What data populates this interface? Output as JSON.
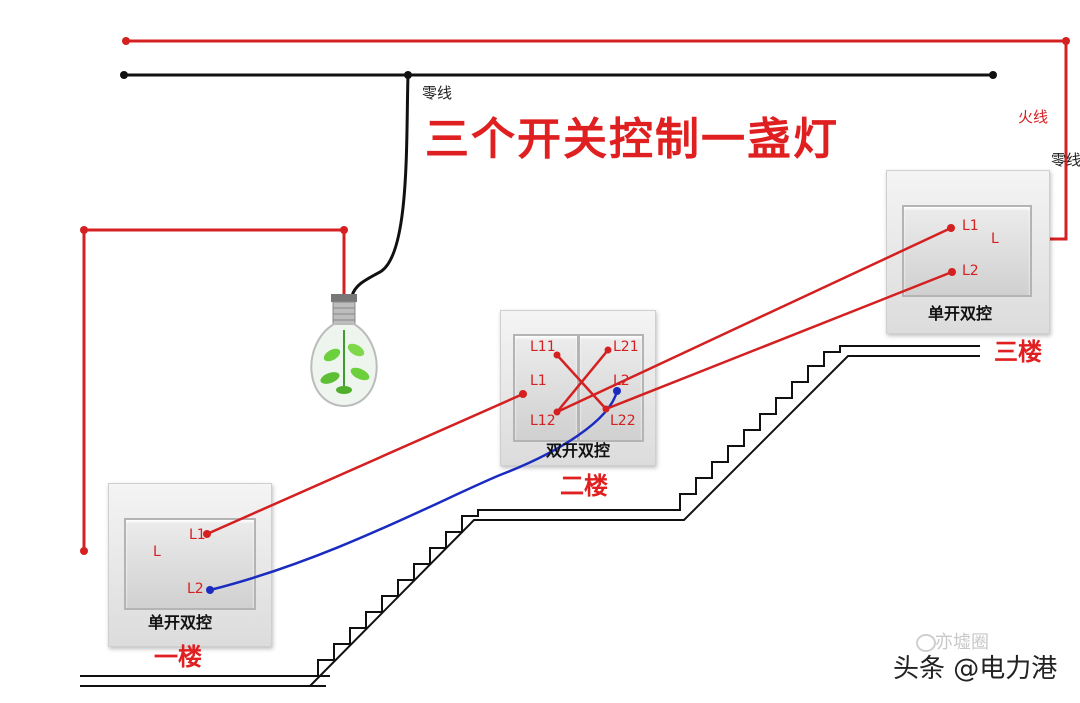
{
  "title": "三个开关控制一盏灯",
  "wire_labels": {
    "neutral_top": "零线",
    "live": "火线",
    "neutral_right": "零线"
  },
  "switches": {
    "floor1": {
      "floor": "一楼",
      "type": "单开双控",
      "terminals": {
        "common": "L",
        "t1": "L1",
        "t2": "L2"
      }
    },
    "floor2": {
      "floor": "二楼",
      "type": "双开双控",
      "terminals": {
        "t11": "L11",
        "t21": "L21",
        "t1": "L1",
        "t2": "L2",
        "t12": "L12",
        "t22": "L22"
      }
    },
    "floor3": {
      "floor": "三楼",
      "type": "单开双控",
      "terminals": {
        "common": "L",
        "t1": "L1",
        "t2": "L2"
      }
    }
  },
  "watermark": {
    "faint": "亦墟圈",
    "source": "头条 @电力港"
  },
  "colors": {
    "live_wire": "#d42020",
    "neutral_wire": "#111111",
    "traveler_blue": "#1a2cc0",
    "title": "#e02020"
  },
  "icons": [
    "light-bulb-icon",
    "watermark-logo-icon"
  ]
}
